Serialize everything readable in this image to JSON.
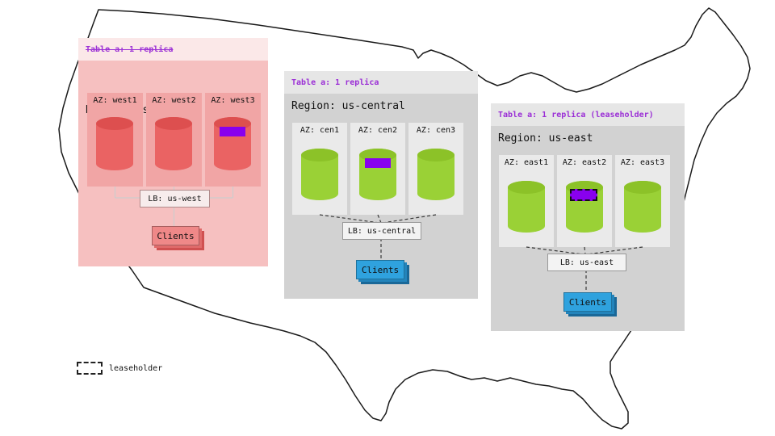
{
  "colors": {
    "accent_purple": "#9b2fd6",
    "replica_chip_purple": "#8800ee",
    "west_panel_fill": "#f6c0c0",
    "west_cylinder_red": "#ea6363",
    "gray_panel_fill": "#d2d2d2",
    "cylinder_green": "#9ad136",
    "clients_blue": "#2fa2de",
    "clients_red": "#ef8888",
    "map_outline": "#1a1a1a"
  },
  "legend": {
    "label": "leaseholder"
  },
  "regions": {
    "west": {
      "table_label": "Table a: 1 replica",
      "table_label_struck": true,
      "region_label": "Region: us-west",
      "azs": [
        {
          "label": "AZ: west1",
          "replica_chip": false,
          "leaseholder": false
        },
        {
          "label": "AZ: west2",
          "replica_chip": false,
          "leaseholder": false
        },
        {
          "label": "AZ: west3",
          "replica_chip": true,
          "leaseholder": false
        }
      ],
      "lb_label": "LB: us-west",
      "clients_label": "Clients"
    },
    "central": {
      "table_label": "Table a: 1 replica",
      "table_label_struck": false,
      "region_label": "Region: us-central",
      "azs": [
        {
          "label": "AZ: cen1",
          "replica_chip": false,
          "leaseholder": false
        },
        {
          "label": "AZ: cen2",
          "replica_chip": true,
          "leaseholder": false
        },
        {
          "label": "AZ: cen3",
          "replica_chip": false,
          "leaseholder": false
        }
      ],
      "lb_label": "LB: us-central",
      "clients_label": "Clients"
    },
    "east": {
      "table_label": "Table a: 1 replica (leaseholder)",
      "table_label_struck": false,
      "region_label": "Region: us-east",
      "azs": [
        {
          "label": "AZ: east1",
          "replica_chip": false,
          "leaseholder": false
        },
        {
          "label": "AZ: east2",
          "replica_chip": true,
          "leaseholder": true
        },
        {
          "label": "AZ: east3",
          "replica_chip": false,
          "leaseholder": false
        }
      ],
      "lb_label": "LB: us-east",
      "clients_label": "Clients"
    }
  }
}
